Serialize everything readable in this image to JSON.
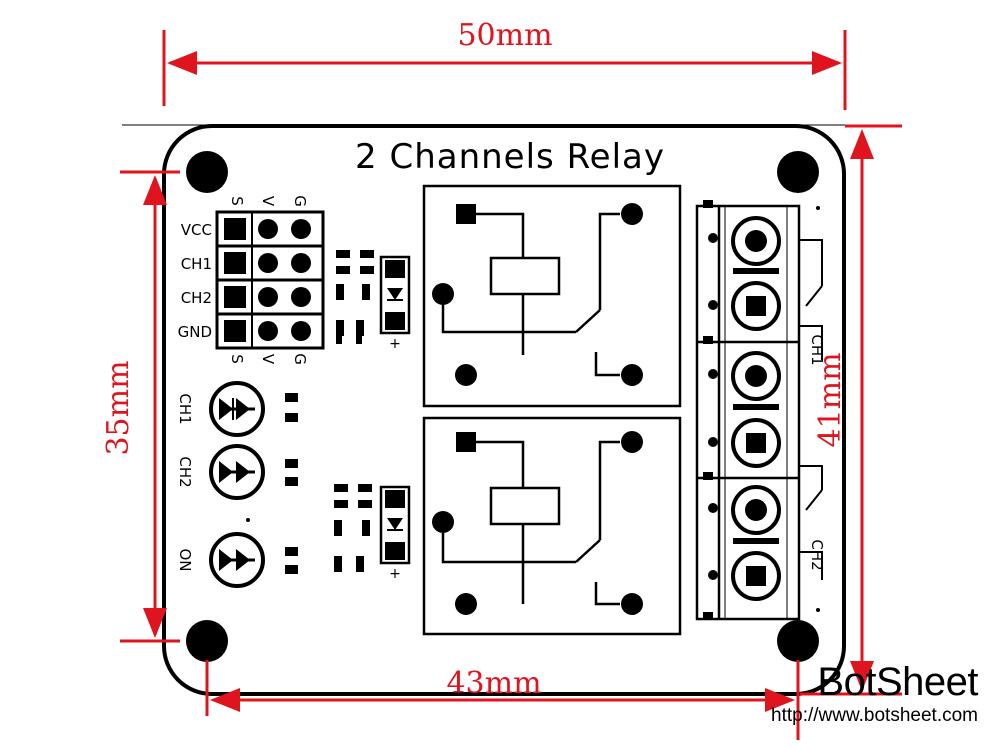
{
  "board": {
    "title": "2 Channels Relay",
    "header_pin_labels": [
      "S",
      "V",
      "G"
    ],
    "row_labels": [
      "VCC",
      "CH1",
      "CH2",
      "GND"
    ],
    "led_labels": [
      "CH1",
      "CH2",
      "ON"
    ],
    "terminal_labels": [
      "CH1",
      "CH2"
    ],
    "plus_sign": "+"
  },
  "dimensions": {
    "width_top": "50mm",
    "height_left": "35mm",
    "height_right": "41mm",
    "width_bottom": "43mm"
  },
  "colors": {
    "dimension": "#e0141e",
    "ink": "#000000",
    "board": "#ffffff"
  },
  "branding": {
    "name": "BotSheet",
    "url": "http://www.botsheet.com"
  }
}
